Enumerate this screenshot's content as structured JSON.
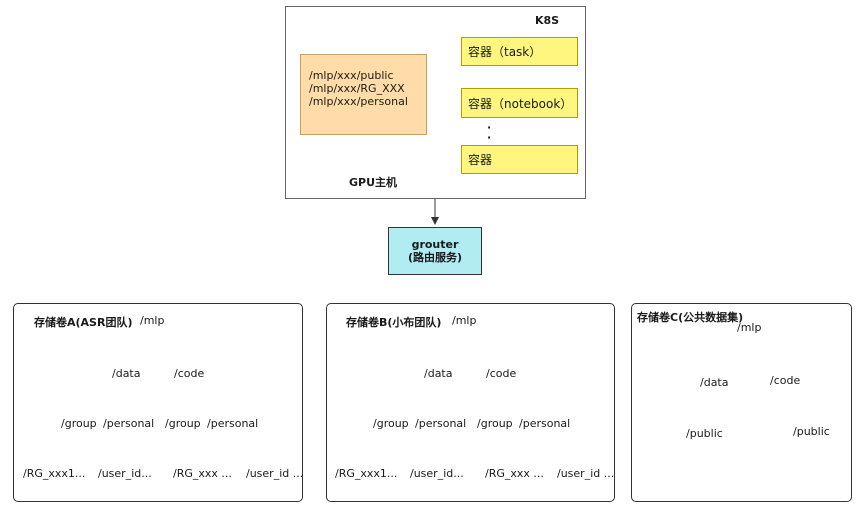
{
  "host": {
    "label": "GPU主机",
    "k8s_label": "K8S",
    "paths": [
      "/mlp/xxx/public",
      "/mlp/xxx/RG_XXX",
      "/mlp/xxx/personal"
    ],
    "containers": [
      "容器（task）",
      "容器（notebook）",
      "容器"
    ],
    "ellipsis": [
      "·",
      "·",
      "·"
    ]
  },
  "router": {
    "name": "grouter",
    "desc": "(路由服务)"
  },
  "stores": [
    {
      "title": "存储卷A(ASR团队)",
      "root": "/mlp",
      "l1": [
        "/data",
        "/code"
      ],
      "l2": [
        "/group",
        "/personal",
        "/group",
        "/personal"
      ],
      "l3": [
        "/RG_xxx1...",
        "/user_id...",
        "/RG_xxx ...",
        "/user_id ..."
      ]
    },
    {
      "title": "存储卷B(小布团队)",
      "root": "/mlp",
      "l1": [
        "/data",
        "/code"
      ],
      "l2": [
        "/group",
        "/personal",
        "/group",
        "/personal"
      ],
      "l3": [
        "/RG_xxx1...",
        "/user_id...",
        "/RG_xxx ...",
        "/user_id ..."
      ]
    },
    {
      "title": "存储卷C(公共数据集)",
      "root": "/mlp",
      "l1": [
        "/data",
        "/code"
      ],
      "l2": [
        "/public",
        "/public"
      ]
    }
  ]
}
